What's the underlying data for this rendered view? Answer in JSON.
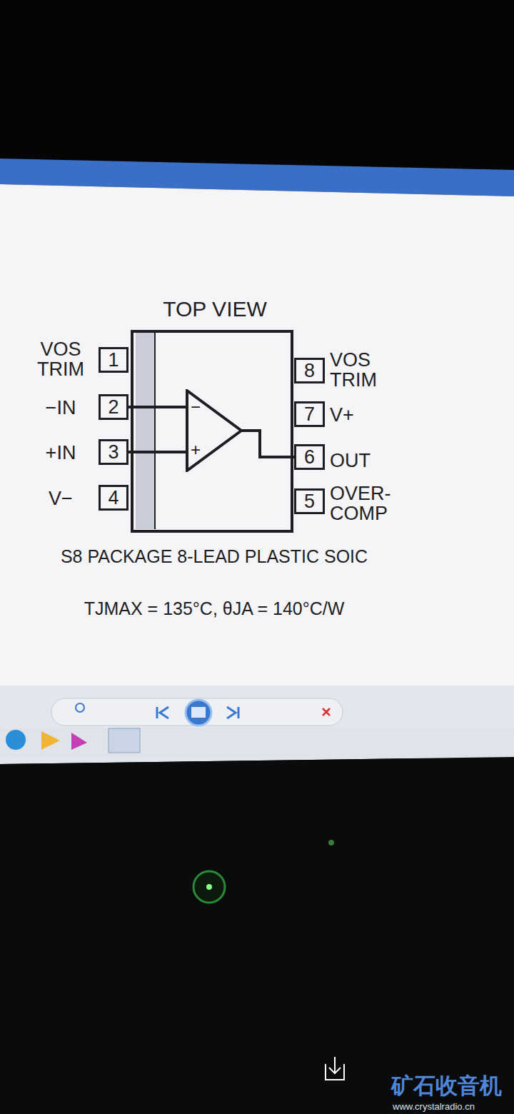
{
  "diagram": {
    "caption": "S8 PACKAGE 8-LEAD PLASTIC SOIC",
    "nodes": [
      {
        "text": [
          "TOP VIEW"
        ]
      },
      {
        "text": [
          "1",
          "VOS TRIM"
        ]
      },
      {
        "text": [
          "2",
          "−IN"
        ]
      },
      {
        "text": [
          "3",
          "+IN"
        ]
      },
      {
        "text": [
          "4",
          "V−"
        ]
      },
      {
        "text": [
          "8",
          "VOS TRIM"
        ]
      },
      {
        "text": [
          "7",
          "V+"
        ]
      },
      {
        "text": [
          "6",
          "OUT"
        ]
      },
      {
        "text": [
          "5",
          "OVER-COMP"
        ]
      },
      {
        "text": [
          "−",
          "+"
        ],
        "in": 0
      }
    ],
    "edges": [
      {
        "from": 2,
        "to": 9,
        "arrow": "none"
      },
      {
        "from": 3,
        "to": 9,
        "arrow": "none"
      },
      {
        "from": 9,
        "to": 7,
        "arrow": "none"
      }
    ],
    "labels": [
      "TJMAX = 135°C, θJA = 140°C/W",
      "矿石收音机",
      "www.crystalradio.cn"
    ]
  }
}
